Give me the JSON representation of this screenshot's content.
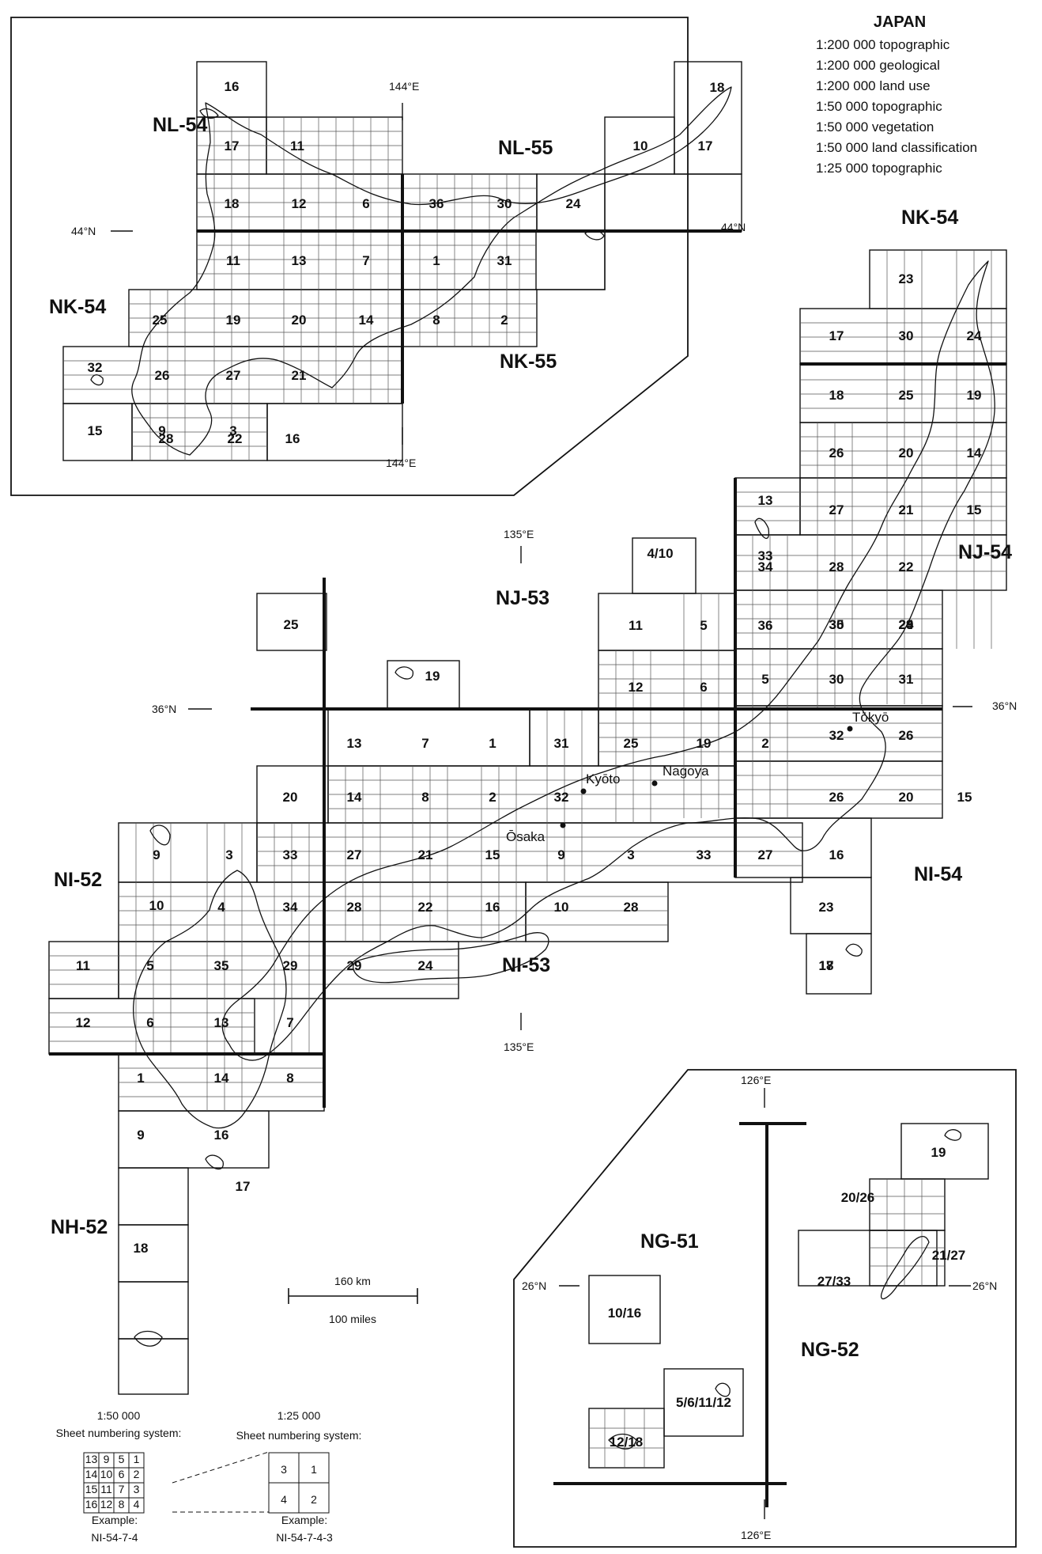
{
  "title": "JAPAN",
  "legend": [
    "1:200 000  topographic",
    "1:200 000  geological",
    "1:200 000  land use",
    "1:50 000  topographic",
    "1:50 000  vegetation",
    "1:50 000  land classification",
    "1:25 000  topographic"
  ],
  "zones": {
    "nl54": "NL-54",
    "nl55": "NL-55",
    "nk54_inset": "NK-54",
    "nk55": "NK-55",
    "nk54": "NK-54",
    "nj54": "NJ-54",
    "nj53": "NJ-53",
    "ni54": "NI-54",
    "ni53": "NI-53",
    "ni52": "NI-52",
    "nh52": "NH-52",
    "ng51": "NG-51",
    "ng52": "NG-52"
  },
  "coords": {
    "e144_top": "144°E",
    "e144_bottom": "144°E",
    "n44_left": "44°N",
    "n44_right": "44°N",
    "e135_top": "135°E",
    "e135_bottom": "135°E",
    "n36_left": "36°N",
    "n36_right": "36°N",
    "e126_top": "126°E",
    "e126_bottom": "126°E",
    "n26_left": "26°N",
    "n26_right": "26°N"
  },
  "cities": {
    "tokyo": "Tōkyō",
    "kyoto": "Kyōto",
    "nagoya": "Nagoya",
    "osaka": "Ōsaka"
  },
  "scale": {
    "km": "160 km",
    "miles": "100 miles"
  },
  "numbering": {
    "fifty_scale": "1:50 000",
    "fifty_title": "Sheet numbering system:",
    "fifty_grid": [
      [
        "13",
        "9",
        "5",
        "1"
      ],
      [
        "14",
        "10",
        "6",
        "2"
      ],
      [
        "15",
        "11",
        "7",
        "3"
      ],
      [
        "16",
        "12",
        "8",
        "4"
      ]
    ],
    "fifty_example_label": "Example:",
    "fifty_example": "NI-54-7-4",
    "twentyfive_scale": "1:25 000",
    "twentyfive_title": "Sheet numbering system:",
    "twentyfive_grid": [
      [
        "3",
        "1"
      ],
      [
        "4",
        "2"
      ]
    ],
    "twentyfive_example_label": "Example:",
    "twentyfive_example": "NI-54-7-4-3"
  },
  "sheets": {
    "inset_north": [
      "16",
      "17",
      "11",
      "18",
      "12",
      "6",
      "36",
      "30",
      "24",
      "18",
      "10",
      "17",
      "11",
      "13",
      "7",
      "1",
      "31",
      "25",
      "19",
      "20",
      "14",
      "8",
      "2",
      "32",
      "26",
      "27",
      "21",
      "15",
      "9",
      "3",
      "28",
      "22",
      "16"
    ],
    "main": [
      "23",
      "17",
      "30",
      "24",
      "18",
      "25",
      "19",
      "13",
      "26",
      "20",
      "14",
      "33",
      "27",
      "21",
      "15",
      "34",
      "28",
      "22",
      "4/10",
      "35",
      "29",
      "23",
      "11",
      "5",
      "36",
      "30",
      "24",
      "12",
      "6",
      "5",
      "30",
      "31",
      "25",
      "19",
      "13",
      "7",
      "1",
      "31",
      "25",
      "19",
      "2",
      "32",
      "26",
      "20",
      "14",
      "8",
      "2",
      "32",
      "26",
      "20",
      "15",
      "9",
      "3",
      "33",
      "27",
      "21",
      "15",
      "9",
      "3",
      "33",
      "27",
      "16",
      "10",
      "4",
      "34",
      "28",
      "22",
      "16",
      "10",
      "28",
      "23",
      "17",
      "11",
      "5",
      "35",
      "29",
      "29",
      "24",
      "18",
      "12",
      "6",
      "13",
      "7",
      "1",
      "14",
      "8",
      "9",
      "16",
      "17",
      "18"
    ],
    "inset_south": [
      "19",
      "20/26",
      "21/27",
      "27/33",
      "10/16",
      "5/6/11/12",
      "12/18"
    ]
  }
}
